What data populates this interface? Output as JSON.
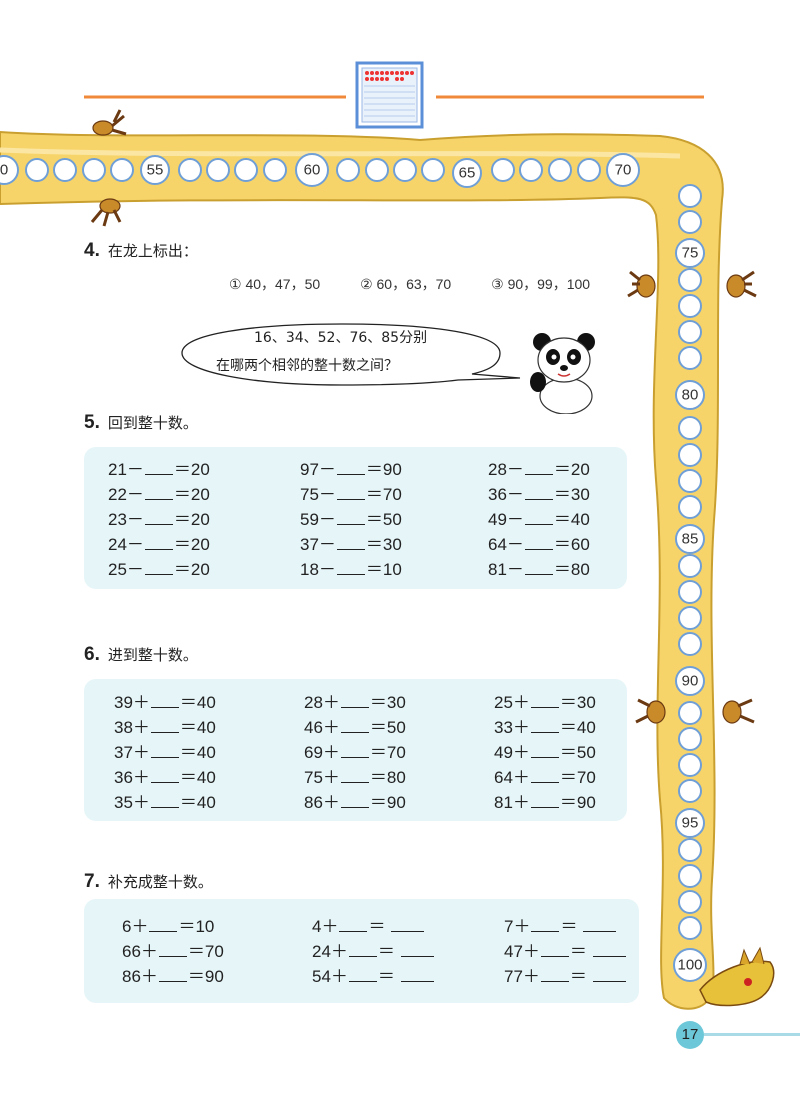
{
  "dragon_labels": {
    "l0": "0",
    "l55": "55",
    "l60": "60",
    "l65": "65",
    "l70": "70",
    "l75": "75",
    "l80": "80",
    "l85": "85",
    "l90": "90",
    "l95": "95",
    "l100": "100"
  },
  "q4": {
    "num": "4.",
    "title": "在龙上标出：",
    "opt1": "① 40，47，50",
    "opt2": "② 60，63，70",
    "opt3": "③ 90，99，100"
  },
  "bubble": {
    "line1": "16、34、52、76、85分别",
    "line2": "在哪两个相邻的整十数之间？"
  },
  "q5": {
    "num": "5.",
    "title": "回到整十数。",
    "col1": [
      {
        "l": "21－",
        "r": "＝20"
      },
      {
        "l": "22－",
        "r": "＝20"
      },
      {
        "l": "23－",
        "r": "＝20"
      },
      {
        "l": "24－",
        "r": "＝20"
      },
      {
        "l": "25－",
        "r": "＝20"
      }
    ],
    "col2": [
      {
        "l": "97－",
        "r": "＝90"
      },
      {
        "l": "75－",
        "r": "＝70"
      },
      {
        "l": "59－",
        "r": "＝50"
      },
      {
        "l": "37－",
        "r": "＝30"
      },
      {
        "l": "18－",
        "r": "＝10"
      }
    ],
    "col3": [
      {
        "l": "28－",
        "r": "＝20"
      },
      {
        "l": "36－",
        "r": "＝30"
      },
      {
        "l": "49－",
        "r": "＝40"
      },
      {
        "l": "64－",
        "r": "＝60"
      },
      {
        "l": "81－",
        "r": "＝80"
      }
    ]
  },
  "q6": {
    "num": "6.",
    "title": "进到整十数。",
    "col1": [
      {
        "l": "39＋",
        "r": "＝40"
      },
      {
        "l": "38＋",
        "r": "＝40"
      },
      {
        "l": "37＋",
        "r": "＝40"
      },
      {
        "l": "36＋",
        "r": "＝40"
      },
      {
        "l": "35＋",
        "r": "＝40"
      }
    ],
    "col2": [
      {
        "l": "28＋",
        "r": "＝30"
      },
      {
        "l": "46＋",
        "r": "＝50"
      },
      {
        "l": "69＋",
        "r": "＝70"
      },
      {
        "l": "75＋",
        "r": "＝80"
      },
      {
        "l": "86＋",
        "r": "＝90"
      }
    ],
    "col3": [
      {
        "l": "25＋",
        "r": "＝30"
      },
      {
        "l": "33＋",
        "r": "＝40"
      },
      {
        "l": "49＋",
        "r": "＝50"
      },
      {
        "l": "64＋",
        "r": "＝70"
      },
      {
        "l": "81＋",
        "r": "＝90"
      }
    ]
  },
  "q7": {
    "num": "7.",
    "title": "补充成整十数。",
    "col1": [
      {
        "l": "6＋",
        "r": "＝10"
      },
      {
        "l": "66＋",
        "r": "＝70"
      },
      {
        "l": "86＋",
        "r": "＝90"
      }
    ],
    "col2": [
      {
        "l": "4＋",
        "r": "＝"
      },
      {
        "l": "24＋",
        "r": "＝"
      },
      {
        "l": "54＋",
        "r": "＝"
      }
    ],
    "col3": [
      {
        "l": "7＋",
        "r": "＝"
      },
      {
        "l": "47＋",
        "r": "＝"
      },
      {
        "l": "77＋",
        "r": "＝"
      }
    ]
  },
  "page_number": "17",
  "colors": {
    "dragon_body": "#f7d46a",
    "dragon_outline": "#c9a030",
    "circle_stroke": "#6f9fd6",
    "panel": "#e6f5f8",
    "header_line": "#f08a3a"
  }
}
